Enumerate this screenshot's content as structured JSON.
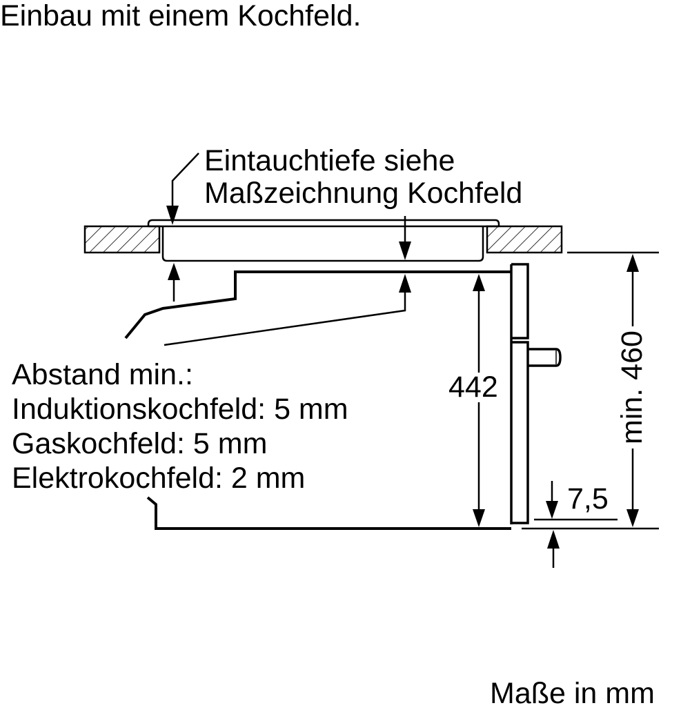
{
  "title": "Einbau mit einem Kochfeld.",
  "callouts": {
    "immersion_depth": {
      "line1": "Eintauchtiefe siehe",
      "line2": "Maßzeichnung Kochfeld"
    },
    "min_distance": {
      "heading": "Abstand min.:",
      "items": [
        {
          "label": "Induktionskochfeld: 5 mm"
        },
        {
          "label": "Gaskochfeld: 5 mm"
        },
        {
          "label": "Elektrokochfeld: 2 mm"
        }
      ]
    }
  },
  "dimensions": {
    "appliance_height": "442",
    "niche_height": "min. 460",
    "bottom_offset": "7,5"
  },
  "units_note": "Maße in mm",
  "colors": {
    "line": "#000000",
    "background": "#ffffff"
  }
}
